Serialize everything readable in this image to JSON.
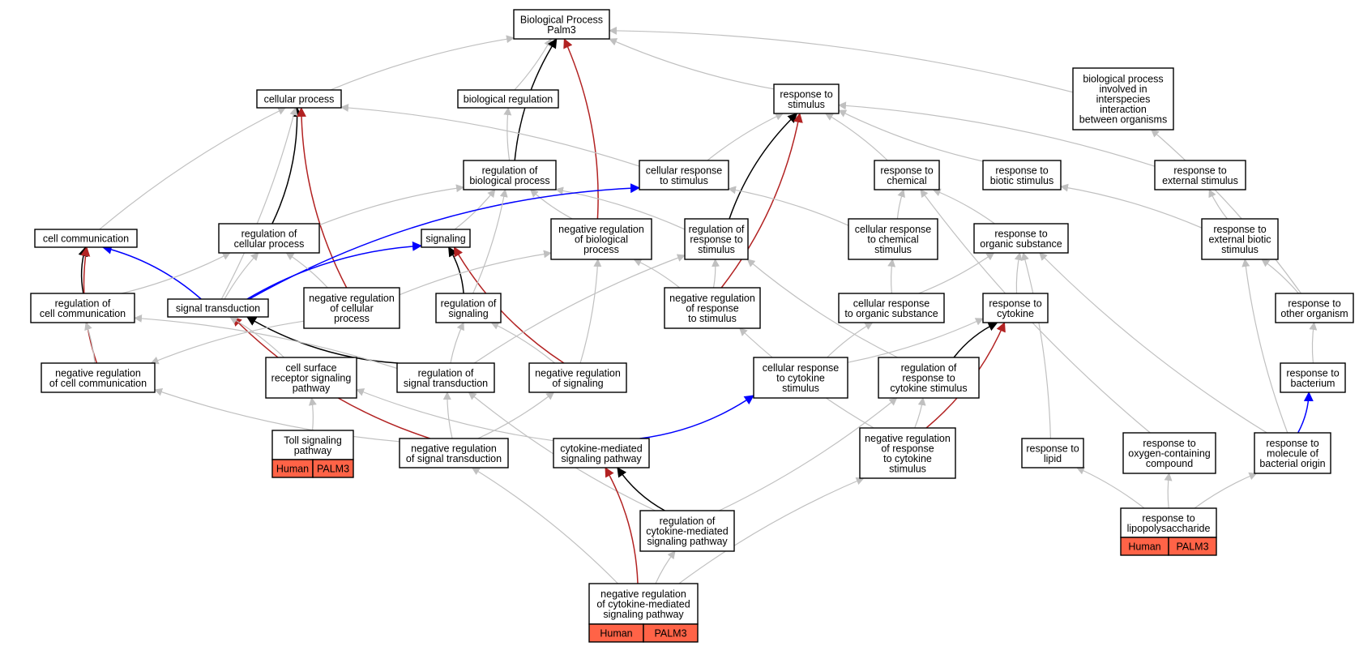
{
  "colors": {
    "is_a": "#c0c0c0",
    "part_of": "#000000",
    "regulates": "#0000ff",
    "negatively_regulates": "#b22222",
    "annotation_fill": "#ff6347"
  },
  "annotation": {
    "species": "Human",
    "gene": "PALM3"
  },
  "nodes": {
    "bp": [
      "Biological Process",
      "Palm3"
    ],
    "cp": [
      "cellular process"
    ],
    "breg": [
      "biological regulation"
    ],
    "rts": [
      "response to",
      "stimulus"
    ],
    "bpinter": [
      "biological process",
      "involved in",
      "interspecies",
      "interaction",
      "between organisms"
    ],
    "rbp": [
      "regulation of",
      "biological process"
    ],
    "crs": [
      "cellular response",
      "to stimulus"
    ],
    "rtc": [
      "response to",
      "chemical"
    ],
    "rtbs": [
      "response to",
      "biotic stimulus"
    ],
    "rtes": [
      "response to",
      "external stimulus"
    ],
    "cc": [
      "cell communication"
    ],
    "rcp": [
      "regulation of",
      "cellular process"
    ],
    "sig": [
      "signaling"
    ],
    "nrbp": [
      "negative regulation",
      "of biological",
      "process"
    ],
    "rrs": [
      "regulation of",
      "response to",
      "stimulus"
    ],
    "crcs": [
      "cellular response",
      "to chemical",
      "stimulus"
    ],
    "rtos": [
      "response to",
      "organic substance"
    ],
    "rtebs": [
      "response to",
      "external biotic",
      "stimulus"
    ],
    "rcc": [
      "regulation of",
      "cell communication"
    ],
    "st": [
      "signal transduction"
    ],
    "nrcp": [
      "negative regulation",
      "of cellular",
      "process"
    ],
    "rsig": [
      "regulation of",
      "signaling"
    ],
    "nrrs": [
      "negative regulation",
      "of response",
      "to stimulus"
    ],
    "crtos": [
      "cellular response",
      "to organic substance"
    ],
    "rtcy": [
      "response to",
      "cytokine"
    ],
    "rtoo": [
      "response to",
      "other organism"
    ],
    "nrcc": [
      "negative regulation",
      "of cell communication"
    ],
    "csrsp": [
      "cell surface",
      "receptor signaling",
      "pathway"
    ],
    "rst": [
      "regulation of",
      "signal transduction"
    ],
    "nrsig": [
      "negative regulation",
      "of signaling"
    ],
    "crcy": [
      "cellular response",
      "to cytokine",
      "stimulus"
    ],
    "rrcy": [
      "regulation of",
      "response to",
      "cytokine stimulus"
    ],
    "rtb": [
      "response to",
      "bacterium"
    ],
    "toll": [
      "Toll signaling",
      "pathway"
    ],
    "nrst": [
      "negative regulation",
      "of signal transduction"
    ],
    "cmsp": [
      "cytokine-mediated",
      "signaling pathway"
    ],
    "nrrcy": [
      "negative regulation",
      "of response",
      "to cytokine",
      "stimulus"
    ],
    "rtl": [
      "response to",
      "lipid"
    ],
    "rtoc": [
      "response to",
      "oxygen-containing",
      "compound"
    ],
    "rtmbo": [
      "response to",
      "molecule of",
      "bacterial origin"
    ],
    "rcmsp": [
      "regulation of",
      "cytokine-mediated",
      "signaling pathway"
    ],
    "rtlps": [
      "response to",
      "lipopolysaccharide"
    ],
    "nrcmsp": [
      "negative regulation",
      "of cytokine-mediated",
      "signaling pathway"
    ]
  },
  "edges": [
    [
      "cp",
      "bp",
      "is_a"
    ],
    [
      "breg",
      "bp",
      "is_a"
    ],
    [
      "rts",
      "bp",
      "is_a"
    ],
    [
      "bpinter",
      "bp",
      "is_a"
    ],
    [
      "rbp",
      "bp",
      "part_of"
    ],
    [
      "nrbp",
      "bp",
      "negatively_regulates"
    ],
    [
      "rbp",
      "breg",
      "is_a"
    ],
    [
      "crs",
      "cp",
      "is_a"
    ],
    [
      "crs",
      "rts",
      "is_a"
    ],
    [
      "rtc",
      "rts",
      "is_a"
    ],
    [
      "rtbs",
      "rts",
      "is_a"
    ],
    [
      "rtes",
      "rts",
      "is_a"
    ],
    [
      "rrs",
      "rts",
      "part_of"
    ],
    [
      "nrrs",
      "rts",
      "negatively_regulates"
    ],
    [
      "cc",
      "cp",
      "is_a"
    ],
    [
      "rcp",
      "cp",
      "part_of"
    ],
    [
      "nrcp",
      "cp",
      "negatively_regulates"
    ],
    [
      "st",
      "cp",
      "is_a"
    ],
    [
      "rcp",
      "rbp",
      "is_a"
    ],
    [
      "sig",
      "rbp",
      "is_a"
    ],
    [
      "nrbp",
      "rbp",
      "is_a"
    ],
    [
      "rrs",
      "rbp",
      "is_a"
    ],
    [
      "st",
      "crs",
      "regulates"
    ],
    [
      "crcs",
      "crs",
      "is_a"
    ],
    [
      "crcs",
      "rtc",
      "is_a"
    ],
    [
      "rtos",
      "rtc",
      "is_a"
    ],
    [
      "rtoc",
      "rtc",
      "is_a"
    ],
    [
      "rtebs",
      "rtbs",
      "is_a"
    ],
    [
      "rtebs",
      "rtes",
      "is_a"
    ],
    [
      "rtoo",
      "bpinter",
      "is_a"
    ],
    [
      "rcc",
      "cc",
      "part_of"
    ],
    [
      "st",
      "cc",
      "regulates"
    ],
    [
      "nrcc",
      "cc",
      "negatively_regulates"
    ],
    [
      "rcc",
      "rcp",
      "is_a"
    ],
    [
      "st",
      "rcp",
      "is_a"
    ],
    [
      "nrcp",
      "rcp",
      "is_a"
    ],
    [
      "st",
      "sig",
      "regulates"
    ],
    [
      "rsig",
      "sig",
      "part_of"
    ],
    [
      "nrsig",
      "sig",
      "negatively_regulates"
    ],
    [
      "rsig",
      "rbp",
      "is_a"
    ],
    [
      "nrcp",
      "nrbp",
      "is_a"
    ],
    [
      "nrsig",
      "nrbp",
      "is_a"
    ],
    [
      "rst",
      "rrs",
      "is_a"
    ],
    [
      "nrrs",
      "rrs",
      "is_a"
    ],
    [
      "rrcy",
      "rrs",
      "is_a"
    ],
    [
      "nrrs",
      "nrbp",
      "is_a"
    ],
    [
      "crtos",
      "crcs",
      "is_a"
    ],
    [
      "crtos",
      "rtos",
      "is_a"
    ],
    [
      "rtcy",
      "rtos",
      "is_a"
    ],
    [
      "rtl",
      "rtos",
      "is_a"
    ],
    [
      "rtmbo",
      "rtos",
      "is_a"
    ],
    [
      "rtoo",
      "rtebs",
      "is_a"
    ],
    [
      "rtmbo",
      "rtebs",
      "is_a"
    ],
    [
      "nrcc",
      "rcc",
      "is_a"
    ],
    [
      "nrst",
      "st",
      "negatively_regulates"
    ],
    [
      "csrsp",
      "st",
      "is_a"
    ],
    [
      "rst",
      "st",
      "part_of"
    ],
    [
      "rst",
      "rcc",
      "is_a"
    ],
    [
      "rst",
      "rsig",
      "is_a"
    ],
    [
      "nrsig",
      "rsig",
      "is_a"
    ],
    [
      "nrst",
      "rst",
      "is_a"
    ],
    [
      "nrst",
      "nrsig",
      "is_a"
    ],
    [
      "nrst",
      "nrcc",
      "is_a"
    ],
    [
      "crcy",
      "rtcy",
      "is_a"
    ],
    [
      "rrcy",
      "rtcy",
      "part_of"
    ],
    [
      "nrrcy",
      "rtcy",
      "negatively_regulates"
    ],
    [
      "crcy",
      "crtos",
      "is_a"
    ],
    [
      "nrrcy",
      "rrcy",
      "is_a"
    ],
    [
      "nrrcy",
      "nrrs",
      "is_a"
    ],
    [
      "nrcp",
      "nrcc",
      "is_a"
    ],
    [
      "rtb",
      "rtoo",
      "is_a"
    ],
    [
      "toll",
      "csrsp",
      "is_a"
    ],
    [
      "cmsp",
      "csrsp",
      "is_a"
    ],
    [
      "cmsp",
      "crcy",
      "regulates"
    ],
    [
      "rcmsp",
      "rst",
      "is_a"
    ],
    [
      "rcmsp",
      "rrcy",
      "is_a"
    ],
    [
      "rcmsp",
      "cmsp",
      "part_of"
    ],
    [
      "nrcmsp",
      "cmsp",
      "negatively_regulates"
    ],
    [
      "nrcmsp",
      "rcmsp",
      "is_a"
    ],
    [
      "nrcmsp",
      "nrst",
      "is_a"
    ],
    [
      "nrcmsp",
      "nrrcy",
      "is_a"
    ],
    [
      "rtmbo",
      "rtb",
      "regulates"
    ],
    [
      "rtlps",
      "rtoc",
      "is_a"
    ],
    [
      "rtlps",
      "rtl",
      "is_a"
    ],
    [
      "rtlps",
      "rtmbo",
      "is_a"
    ]
  ]
}
